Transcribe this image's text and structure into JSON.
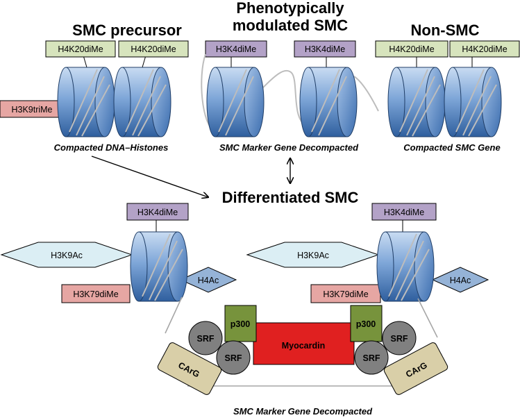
{
  "titles": {
    "smc_precursor": "SMC precursor",
    "phenotypically_line1": "Phenotypically",
    "phenotypically_line2": "modulated SMC",
    "non_smc": "Non-SMC",
    "differentiated": "Differentiated SMC"
  },
  "captions": {
    "compacted_dna_histones": "Compacted DNA–Histones",
    "marker_decompacted_top": "SMC Marker Gene Decompacted",
    "compacted_smc_gene": "Compacted SMC Gene",
    "marker_decompacted_bottom": "SMC Marker Gene Decompacted"
  },
  "marks": {
    "h4k20dime": "H4K20diMe",
    "h3k4dime": "H3K4diMe",
    "h3k9trime": "H3K9triMe",
    "h3k9ac": "H3K9Ac",
    "h4ac": "H4Ac",
    "h3k79dime": "H3K79diMe"
  },
  "factors": {
    "p300": "p300",
    "srf": "SRF",
    "myocardin": "Myocardin",
    "carg": "CArG"
  },
  "colors": {
    "green_mark": "#d7e4bd",
    "purple_mark": "#b3a2c7",
    "red_mark": "#e6a6a3",
    "ac_mark": "#dbeef4",
    "h4ac_mark": "#95b3d7",
    "p300": "#77933c",
    "myocardin": "#e02020",
    "srf": "#808080",
    "carg": "#d9cfa8",
    "nucleosome_blue": "#4f81bd"
  }
}
